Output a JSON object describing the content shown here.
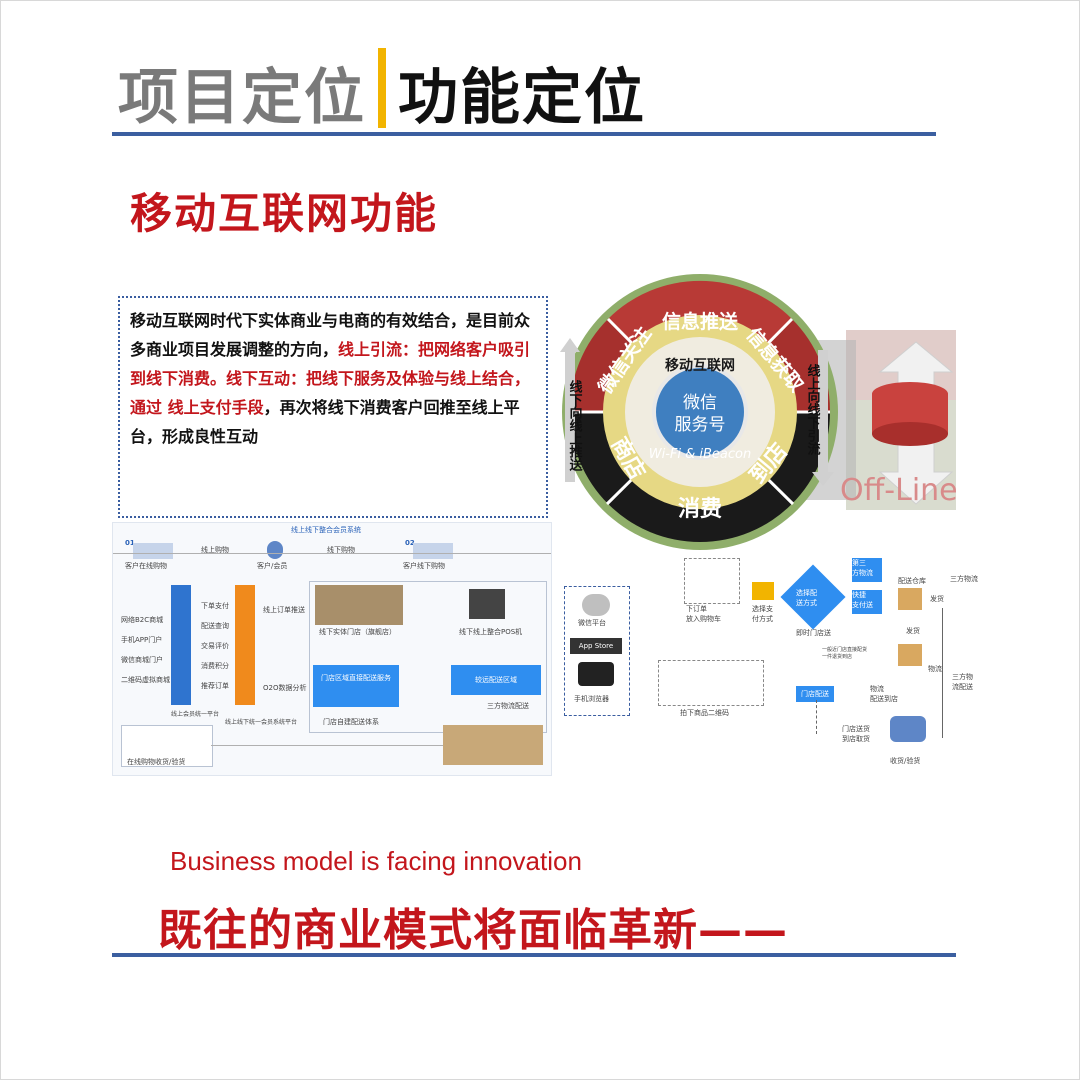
{
  "header": {
    "title_gray": "项目定位",
    "title_black": "功能定位"
  },
  "subtitle": "移动互联网功能",
  "body": {
    "seg1": "移动互联网时代下实体商业与电商的有效结合，是目前众多商业项目发展调整的方向，",
    "seg2": "线上引流：把网络客户吸引到线下消费。线下互动：把线下服务及体验与线上结合，通过 线上支付手段",
    "seg3": "，再次将线下消费客户回推至线上平台，形成良性互动"
  },
  "ring": {
    "segments": [
      "信息推送",
      "信息获取",
      "到店",
      "消费",
      "商店",
      "微信关注"
    ],
    "middle": "移动互联网",
    "inner_bottom": "Wi-Fi & iBeacon",
    "core_line1": "微信",
    "core_line2": "服务号",
    "left_arrow": "线下向线上推送",
    "right_arrow": "线上向线下引流",
    "offline_label": "Off-Line"
  },
  "flow_left": {
    "title": "线上线下整合会员系统",
    "customer_online": "客户在线购物",
    "customer_member": "客户/会员",
    "customer_offline": "客户线下购物",
    "online_buy": "线上购物",
    "offline_buy": "线下购物",
    "step01": "01",
    "step02": "02",
    "channels": [
      "网络B2C商城",
      "手机APP门户",
      "微信商城门户",
      "二维码虚拟商城"
    ],
    "left_center": "线上会员统一平台",
    "middle_center": "线上线下统一会员系统平台",
    "ops": [
      "下单支付",
      "配送查询",
      "交易评价",
      "消费积分",
      "推荐订单"
    ],
    "ops_right": [
      "线上订单推送",
      "O2O数据分析"
    ],
    "store_caption": "线下实体门店（旗舰店）",
    "pos_caption": "线下线上整合POS机",
    "store_zone": "门店区域直接配送服务",
    "far_zone": "较远配送区域",
    "store_system": "门店自建配送体系",
    "third_party": "三方物流配送",
    "final": "在线购物收货/验货"
  },
  "flow_right": {
    "wechat": "微信平台",
    "app_store": "App Store",
    "mobile": "手机浏览器",
    "order": "下订单\n放入购物车",
    "pay": "选择支\n付方式",
    "delivery_choice": "选择配\n送方式",
    "third_logistics": "第三\n方物流",
    "fast_pay": "快捷\n支付送",
    "warehouse": "配送仓库",
    "ship": "发货",
    "logistics": "物流",
    "third_delivery": "三方物流",
    "third_express": "三方物\n流配送",
    "scan": "拍下商品二维码",
    "instant": "即时门店送",
    "store_delivery": "门店配送",
    "send_to_store": "物流\n配送到店",
    "pickup": "门店送货\n到店取货",
    "receive": "收货/验货",
    "note": "一般近门店直接配货\n一件退货到店"
  },
  "footer": {
    "en": "Business model is facing innovation",
    "cn": "既往的商业模式将面临革新——"
  },
  "colors": {
    "accent_red": "#c3161c",
    "rule_blue": "#3b5fa0",
    "divider_yellow": "#f2b400",
    "ring_red": "#b83a36",
    "ring_green": "#8fae6a",
    "ring_black": "#1a1a1a",
    "core_blue": "#3f7fc0"
  }
}
